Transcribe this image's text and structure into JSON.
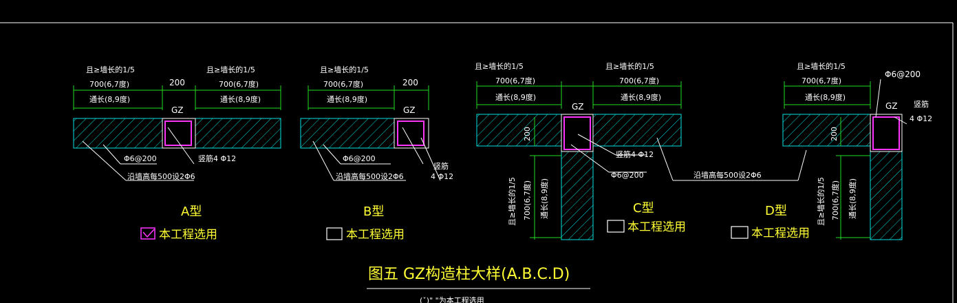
{
  "drawing": {
    "title": "图五 GZ构造柱大样(A.B.C.D)",
    "subtitle": "(ˇ)\"  \"为本工程选用",
    "common": {
      "min_length": "且≥墙长的1/5",
      "len_700": "700(6,7度)",
      "full_length": "通长(8,9度)",
      "gz": "GZ",
      "dim_200": "200",
      "stirrup": "Φ6@200",
      "bar_d12": "竖筋4 Φ12",
      "wall_tie": "沿墙高每500设2Φ6",
      "rebar_label": "竖筋",
      "rebar_count": "4 Φ12",
      "selected_note": "本工程选用"
    },
    "types": [
      {
        "label": "A型",
        "selected": true
      },
      {
        "label": "B型",
        "selected": false
      },
      {
        "label": "C型",
        "selected": false
      },
      {
        "label": "D型",
        "selected": false
      }
    ],
    "colors": {
      "background": "#000000",
      "hatch": "#00e0e0",
      "dimension": "#22dd22",
      "column": "#ff33ff",
      "label": "#ffff33",
      "text": "#ffffff"
    }
  }
}
